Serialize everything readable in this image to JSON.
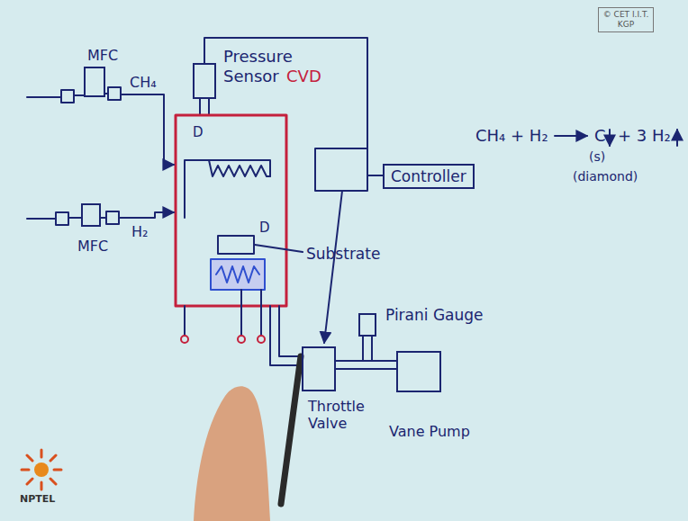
{
  "diagram": {
    "nodes": [
      {
        "text": [
          "© CET I.I.T. KGP"
        ]
      },
      {
        "text": [
          "Pressure Sensor"
        ]
      },
      {
        "text": [
          "MFC"
        ]
      },
      {
        "text": [
          "Controller"
        ]
      },
      {
        "text": [
          "MFC"
        ]
      },
      {
        "text": [
          "Pirani Gauge"
        ]
      },
      {
        "text": [
          "Throttle Valve"
        ]
      },
      {
        "text": [
          "Vane Pump"
        ]
      }
    ],
    "edges": [
      {
        "from": 6,
        "to": 7,
        "arrow": "none"
      }
    ],
    "labels": [
      "CVD",
      "CH₄",
      "D",
      "H₂",
      "D",
      "Substrate",
      "CH₄ + H₂",
      "C",
      "+ 3 H₂",
      "(s)",
      "(diamond)",
      "NPTEL"
    ]
  }
}
